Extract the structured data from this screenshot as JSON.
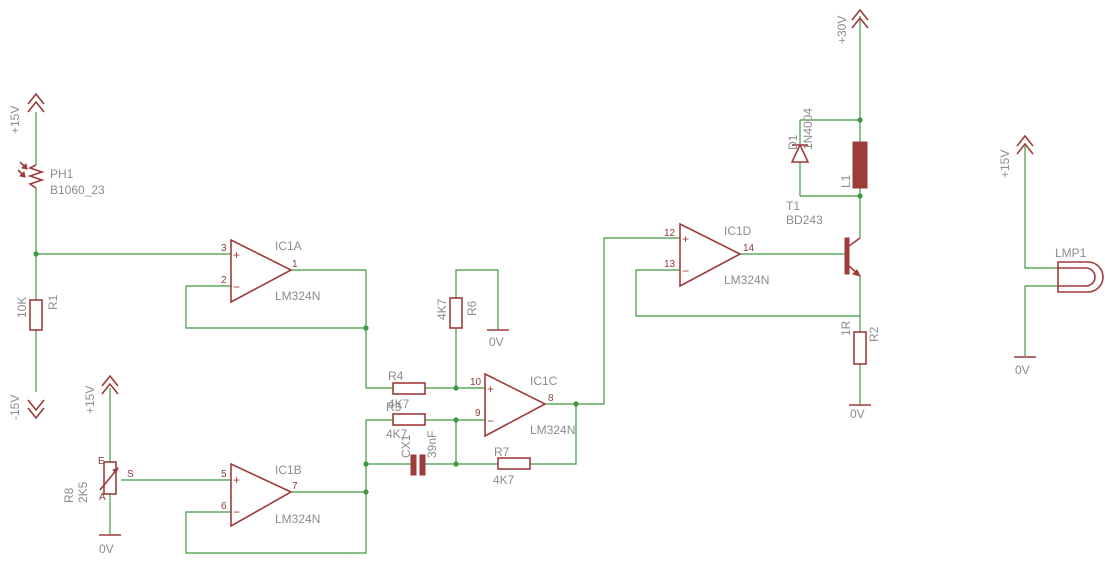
{
  "components": {
    "ph1": {
      "name": "PH1",
      "value": "B1060_23"
    },
    "r1": {
      "name": "R1",
      "value": "10K"
    },
    "r2": {
      "name": "R2",
      "value": "1R"
    },
    "r3": {
      "name": "R3",
      "value": "4K7"
    },
    "r4": {
      "name": "R4",
      "value": "4K7"
    },
    "r6": {
      "name": "R6",
      "value": "4K7"
    },
    "r7": {
      "name": "R7",
      "value": "4K7"
    },
    "r8": {
      "name": "R8",
      "value": "2K5"
    },
    "c1": {
      "name": "CX1",
      "value": "39nF"
    },
    "ic1a": {
      "name": "IC1A",
      "value": "LM324N"
    },
    "ic1b": {
      "name": "IC1B",
      "value": "LM324N"
    },
    "ic1c": {
      "name": "IC1C",
      "value": "LM324N"
    },
    "ic1d": {
      "name": "IC1D",
      "value": "LM324N"
    },
    "d1": {
      "name": "D1",
      "value": "1N4004"
    },
    "l1": {
      "name": "L1"
    },
    "t1": {
      "name": "T1",
      "value": "BD243"
    },
    "lmp1": {
      "name": "LMP1"
    }
  },
  "pins": {
    "ic1a": {
      "in_plus": "3",
      "in_minus": "2",
      "out": "1"
    },
    "ic1b": {
      "in_plus": "5",
      "in_minus": "6",
      "out": "7"
    },
    "ic1c": {
      "in_plus": "10",
      "in_minus": "9",
      "out": "8"
    },
    "ic1d": {
      "in_plus": "12",
      "in_minus": "13",
      "out": "14"
    },
    "r8": {
      "a": "A",
      "e": "E",
      "s": "S"
    },
    "op_plus": "+",
    "op_minus": "−"
  },
  "supplies": {
    "v30": "+30V",
    "v15_ph": "+15V",
    "vneg15": "-15V",
    "v15_r8": "+15V",
    "v15_lmp": "+15V",
    "gnd_r8": "0V",
    "gnd_r6": "0V",
    "gnd_r2": "0V",
    "gnd_lmp": "0V"
  }
}
